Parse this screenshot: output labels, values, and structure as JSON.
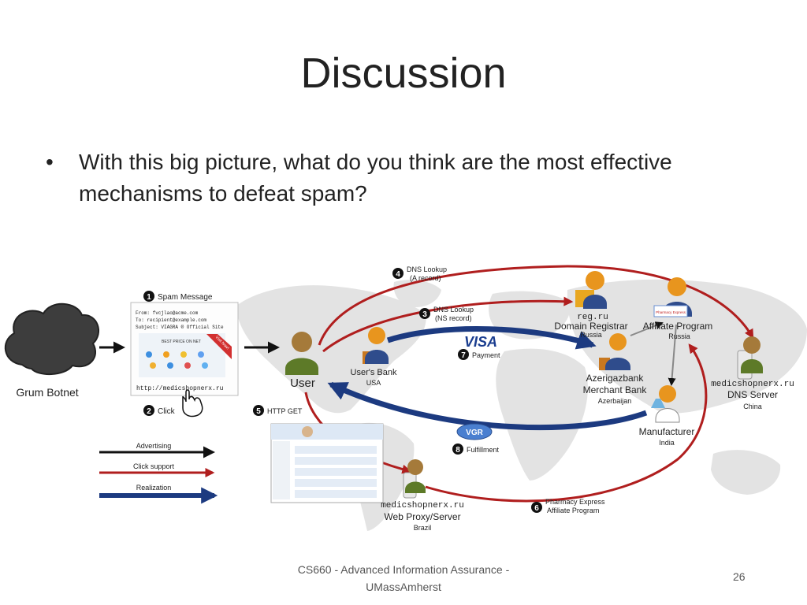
{
  "slide": {
    "title": "Discussion",
    "bullet": "With this big picture, what do you think are the most effective mechanisms to defeat spam?",
    "footer_line1": "CS660 - Advanced Information Assurance -",
    "footer_line2": "UMassAmherst",
    "page_number": "26"
  },
  "diagram": {
    "botnet_label": "Grum Botnet",
    "steps": {
      "s1": "1",
      "s1_label": "Spam Message",
      "s2": "2",
      "s2_label": "Click",
      "s3": "3",
      "s3_label1": "DNS Lookup",
      "s3_label2": "(NS record)",
      "s4": "4",
      "s4_label1": "DNS Lookup",
      "s4_label2": "(A record)",
      "s5": "5",
      "s5_label": "HTTP GET",
      "s6": "6",
      "s6_label1": "Pharmacy Express",
      "s6_label2": "Affiliate Program",
      "s7": "7",
      "s7_label": "Payment",
      "s8": "8",
      "s8_label": "Fulfillment"
    },
    "email": {
      "from": "From: fvcjlao@acme.com",
      "to": "To: recipient@example.com",
      "subject": "Subject: VIAGRA ® Official Site",
      "banner": "BEST PRICE ON NET",
      "ribbon": "Visit Now!",
      "url": "http://medicshopnerx.ru"
    },
    "user_label": "User",
    "bank_label": "User's Bank",
    "bank_country": "USA",
    "visa_label": "VISA",
    "vgr_label": "VGR",
    "registrar_mono": "reg.ru",
    "registrar_label": "Domain Registrar",
    "registrar_country": "Russia",
    "affiliate_label": "Affiliate Program",
    "affiliate_country": "Russia",
    "affiliate_sign": "Pharmacy Express",
    "dns_mono": "medicshopnerx.ru",
    "dns_label": "DNS Server",
    "dns_country": "China",
    "merchant_label1": "Azerigazbank",
    "merchant_label2": "Merchant Bank",
    "merchant_country": "Azerbaijan",
    "manufacturer_label": "Manufacturer",
    "manufacturer_country": "India",
    "proxy_mono": "medicshopnerx.ru",
    "proxy_label": "Web Proxy/Server",
    "proxy_country": "Brazil",
    "legend": {
      "advertising": "Advertising",
      "click_support": "Click support",
      "realization": "Realization"
    },
    "colors": {
      "advertising": "#111111",
      "click_support": "#b01e1e",
      "realization": "#1c3a80",
      "map": "#e3e3e3"
    }
  }
}
